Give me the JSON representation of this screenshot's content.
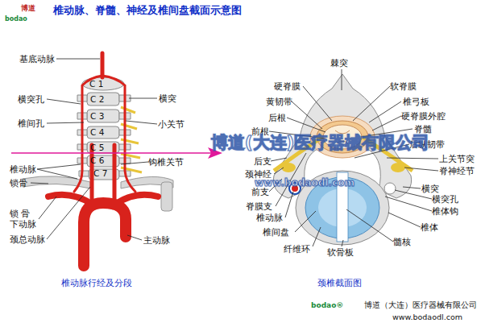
{
  "diagram": {
    "title": "椎动脉、脊髓、神经及椎间盘截面示意图",
    "labels": [
      "博道",
      "bodao",
      "基底动脉",
      "C 1",
      "C 2",
      "C 3",
      "C 4",
      "C 5",
      "C 6",
      "C 7",
      "横突孔",
      "椎间孔",
      "横突",
      "小关节",
      "钩椎关节",
      "椎动脉",
      "锁骨",
      "锁 骨 下动脉",
      "颈总动脉",
      "主动脉",
      "椎动脉行经及分段",
      "棘突",
      "硬脊膜",
      "软脊膜",
      "黄韧带",
      "椎弓板",
      "后根",
      "硬脊膜外腔",
      "前根",
      "脊髓",
      "后纵韧带",
      "后支",
      "上关节突",
      "颈神经",
      "脊神经节",
      "前支",
      "横突",
      "脊膜支",
      "横突孔",
      "椎动脉",
      "椎体钩",
      "椎间盘",
      "椎体",
      "纤维环",
      "髓核",
      "软骨板",
      "颈椎截面图",
      "博道(大连)医疗器械有限公司",
      "www.bodaodl.com",
      "bodao®",
      "博道（大连）医疗器械有限公司",
      "www.bodaodl.com"
    ]
  }
}
